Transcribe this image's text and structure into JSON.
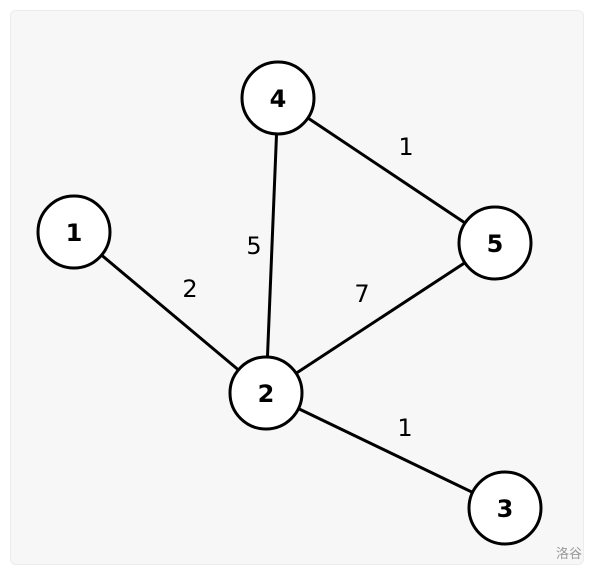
{
  "graph": {
    "nodes": [
      {
        "id": "1",
        "label": "1"
      },
      {
        "id": "2",
        "label": "2"
      },
      {
        "id": "3",
        "label": "3"
      },
      {
        "id": "4",
        "label": "4"
      },
      {
        "id": "5",
        "label": "5"
      }
    ],
    "edges": [
      {
        "from": "1",
        "to": "2",
        "weight": "2"
      },
      {
        "from": "4",
        "to": "2",
        "weight": "5"
      },
      {
        "from": "4",
        "to": "5",
        "weight": "1"
      },
      {
        "from": "5",
        "to": "2",
        "weight": "7"
      },
      {
        "from": "2",
        "to": "3",
        "weight": "1"
      }
    ]
  },
  "watermark": "洛谷"
}
